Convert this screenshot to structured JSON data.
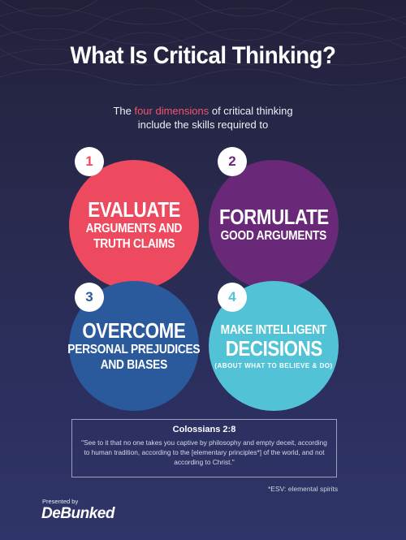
{
  "title": "What Is Critical Thinking?",
  "intro": {
    "line1_prefix": "The ",
    "line1_highlight": "four dimensions",
    "line1_suffix": " of critical thinking",
    "line2": "include the skills required to"
  },
  "dimensions": [
    {
      "number": "1",
      "big": "Evaluate",
      "small1": "Arguments and",
      "small2": "Truth Claims",
      "color": "#ee4a5f"
    },
    {
      "number": "2",
      "big": "Formulate",
      "small1": "Good Arguments",
      "color": "#6a2878"
    },
    {
      "number": "3",
      "big": "Overcome",
      "small1": "Personal Prejudices",
      "small2": "and Biases",
      "color": "#2b5a9c"
    },
    {
      "number": "4",
      "small1": "Make Intelligent",
      "big": "Decisions",
      "tiny": "(about what to believe & do)",
      "color": "#52c2d6"
    }
  ],
  "verse": {
    "reference": "Colossians 2:8",
    "text": "\"See to it that no one takes you captive by philosophy and empty deceit, according to human tradition, according to the [elementary principles*] of the world, and not according to Christ.\""
  },
  "footnote": "*ESV: elemental spirits",
  "footer": {
    "presented_by": "Presented by",
    "logo_text": "DeBunked"
  }
}
